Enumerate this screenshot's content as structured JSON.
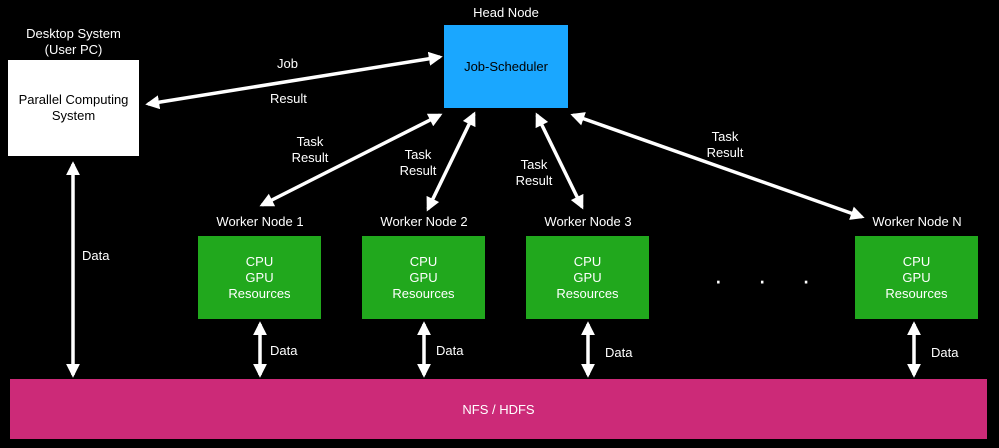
{
  "desktop": {
    "title_line1": "Desktop System",
    "title_line2": "(User PC)",
    "box_line1": "Parallel Computing",
    "box_line2": "System"
  },
  "head": {
    "title": "Head Node",
    "box_label": "Job-Scheduler"
  },
  "links": {
    "job": "Job",
    "result": "Result",
    "task_result": [
      {
        "task": "Task",
        "result": "Result"
      },
      {
        "task": "Task",
        "result": "Result"
      },
      {
        "task": "Task",
        "result": "Result"
      },
      {
        "task": "Task",
        "result": "Result"
      }
    ],
    "data": "Data"
  },
  "workers": [
    {
      "title": "Worker Node 1",
      "line1": "CPU",
      "line2": "GPU",
      "line3": "Resources",
      "data_label": "Data"
    },
    {
      "title": "Worker Node 2",
      "line1": "CPU",
      "line2": "GPU",
      "line3": "Resources",
      "data_label": "Data"
    },
    {
      "title": "Worker Node 3",
      "line1": "CPU",
      "line2": "GPU",
      "line3": "Resources",
      "data_label": "Data"
    },
    {
      "title": "Worker Node N",
      "line1": "CPU",
      "line2": "GPU",
      "line3": "Resources",
      "data_label": "Data"
    }
  ],
  "ellipsis": "· · ·",
  "storage": {
    "label": "NFS / HDFS"
  },
  "colors": {
    "background": "#000000",
    "head_node": "#1aa7ff",
    "worker_node": "#21a81d",
    "storage": "#cc2a78",
    "desktop": "#ffffff",
    "arrows": "#ffffff"
  }
}
